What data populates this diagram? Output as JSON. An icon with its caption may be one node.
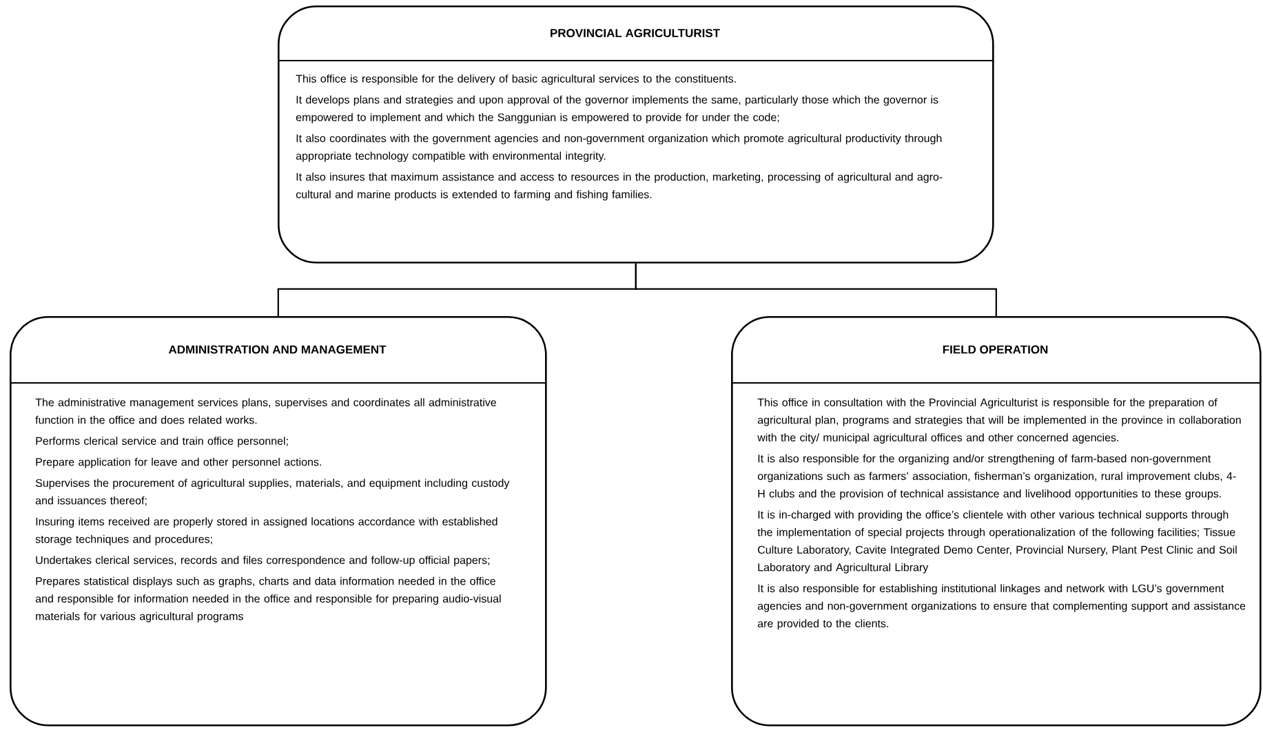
{
  "diagram": {
    "nodes": [
      {
        "text": [
          "PROVINCIAL AGRICULTURIST",
          "This office is responsible for the delivery of basic agricultural services to the constituents.",
          "It develops plans and strategies and upon approval of the governor implements the same, particularly those which the governor is empowered to implement and which the Sanggunian is empowered to provide for under the code;",
          "It also coordinates with the government agencies and non-government organization which promote agricultural productivity through appropriate technology compatible with environmental integrity.",
          "It also insures that maximum assistance and access to resources in the production, marketing, processing of agricultural and agro-cultural and marine products is extended to farming and fishing families."
        ]
      },
      {
        "text": [
          "ADMINISTRATION AND MANAGEMENT",
          "The administrative management services plans, supervises and coordinates all administrative function in the office and does related works.",
          "Performs clerical service and train office personnel;",
          "Prepare application for leave and other personnel actions.",
          "Supervises the procurement of agricultural supplies, materials, and equipment including custody and issuances thereof;",
          "Insuring items received are properly stored in assigned locations accordance with established storage techniques and procedures;",
          "Undertakes clerical services, records and files correspondence and follow-up official papers;",
          "Prepares statistical displays such as graphs, charts and data information needed in the office and responsible for information needed in the office and responsible for preparing audio-visual materials for various agricultural programs"
        ]
      },
      {
        "text": [
          "FIELD OPERATION",
          "This office in consultation with the Provincial Agriculturist is responsible for the preparation of agricultural plan, programs and strategies that will be implemented in the province in collaboration with the city/ municipal agricultural offices and other concerned agencies.",
          "It is also responsible for the organizing and/or strengthening of farm-based non-government organizations such as farmers’ association, fisherman’s organization, rural improvement clubs, 4-H clubs and the provision of technical assistance and livelihood opportunities to these groups.",
          "It is in-charged with providing the office’s clientele with other various technical supports through the implementation of special projects through operationalization of the following facilities; Tissue Culture Laboratory, Cavite Integrated Demo Center, Provincial Nursery, Plant Pest Clinic and Soil Laboratory and Agricultural Library",
          "It is also responsible for establishing institutional linkages and network with LGU’s government agencies and non-government organizations to ensure that complementing support and assistance are provided to the clients."
        ]
      }
    ],
    "edges": [
      {
        "from": 0,
        "to": 1,
        "arrow": "none"
      },
      {
        "from": 0,
        "to": 2,
        "arrow": "none"
      }
    ]
  }
}
